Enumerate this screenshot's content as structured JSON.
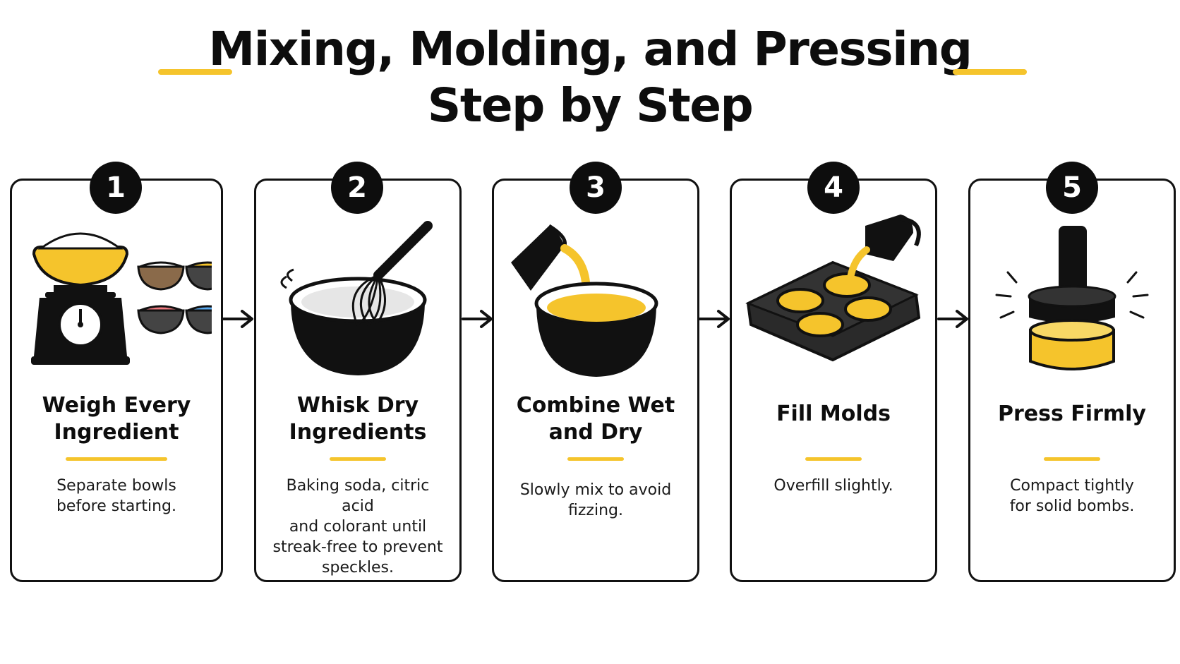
{
  "title": {
    "line1": "Mixing, Molding, and Pressing",
    "line2": "Step by Step"
  },
  "colors": {
    "accent": "#F5C42C",
    "ink": "#0D0D0D",
    "card_border": "#111111",
    "bg": "#FFFFFF"
  },
  "steps": [
    {
      "number": "1",
      "title_lines": [
        "Weigh Every",
        "Ingredient"
      ],
      "desc_lines": [
        "Separate bowls",
        "before starting."
      ],
      "icon": "kitchen-scale-and-bowls-icon"
    },
    {
      "number": "2",
      "title_lines": [
        "Whisk Dry",
        "Ingredients"
      ],
      "desc_lines": [
        "Baking soda, citric acid",
        "and colorant until",
        "streak-free to prevent",
        "speckles."
      ],
      "icon": "whisk-in-bowl-icon"
    },
    {
      "number": "3",
      "title_lines": [
        "Combine Wet",
        "and Dry"
      ],
      "desc_lines": [
        "Slowly mix to avoid",
        "fizzing."
      ],
      "icon": "pouring-into-bowl-icon"
    },
    {
      "number": "4",
      "title_lines": [
        "Fill Molds"
      ],
      "desc_lines": [
        "Overfill slightly."
      ],
      "icon": "muffin-mold-tray-icon"
    },
    {
      "number": "5",
      "title_lines": [
        "Press Firmly"
      ],
      "desc_lines": [
        "Compact tightly",
        "for solid bombs."
      ],
      "icon": "press-tamper-icon"
    }
  ]
}
